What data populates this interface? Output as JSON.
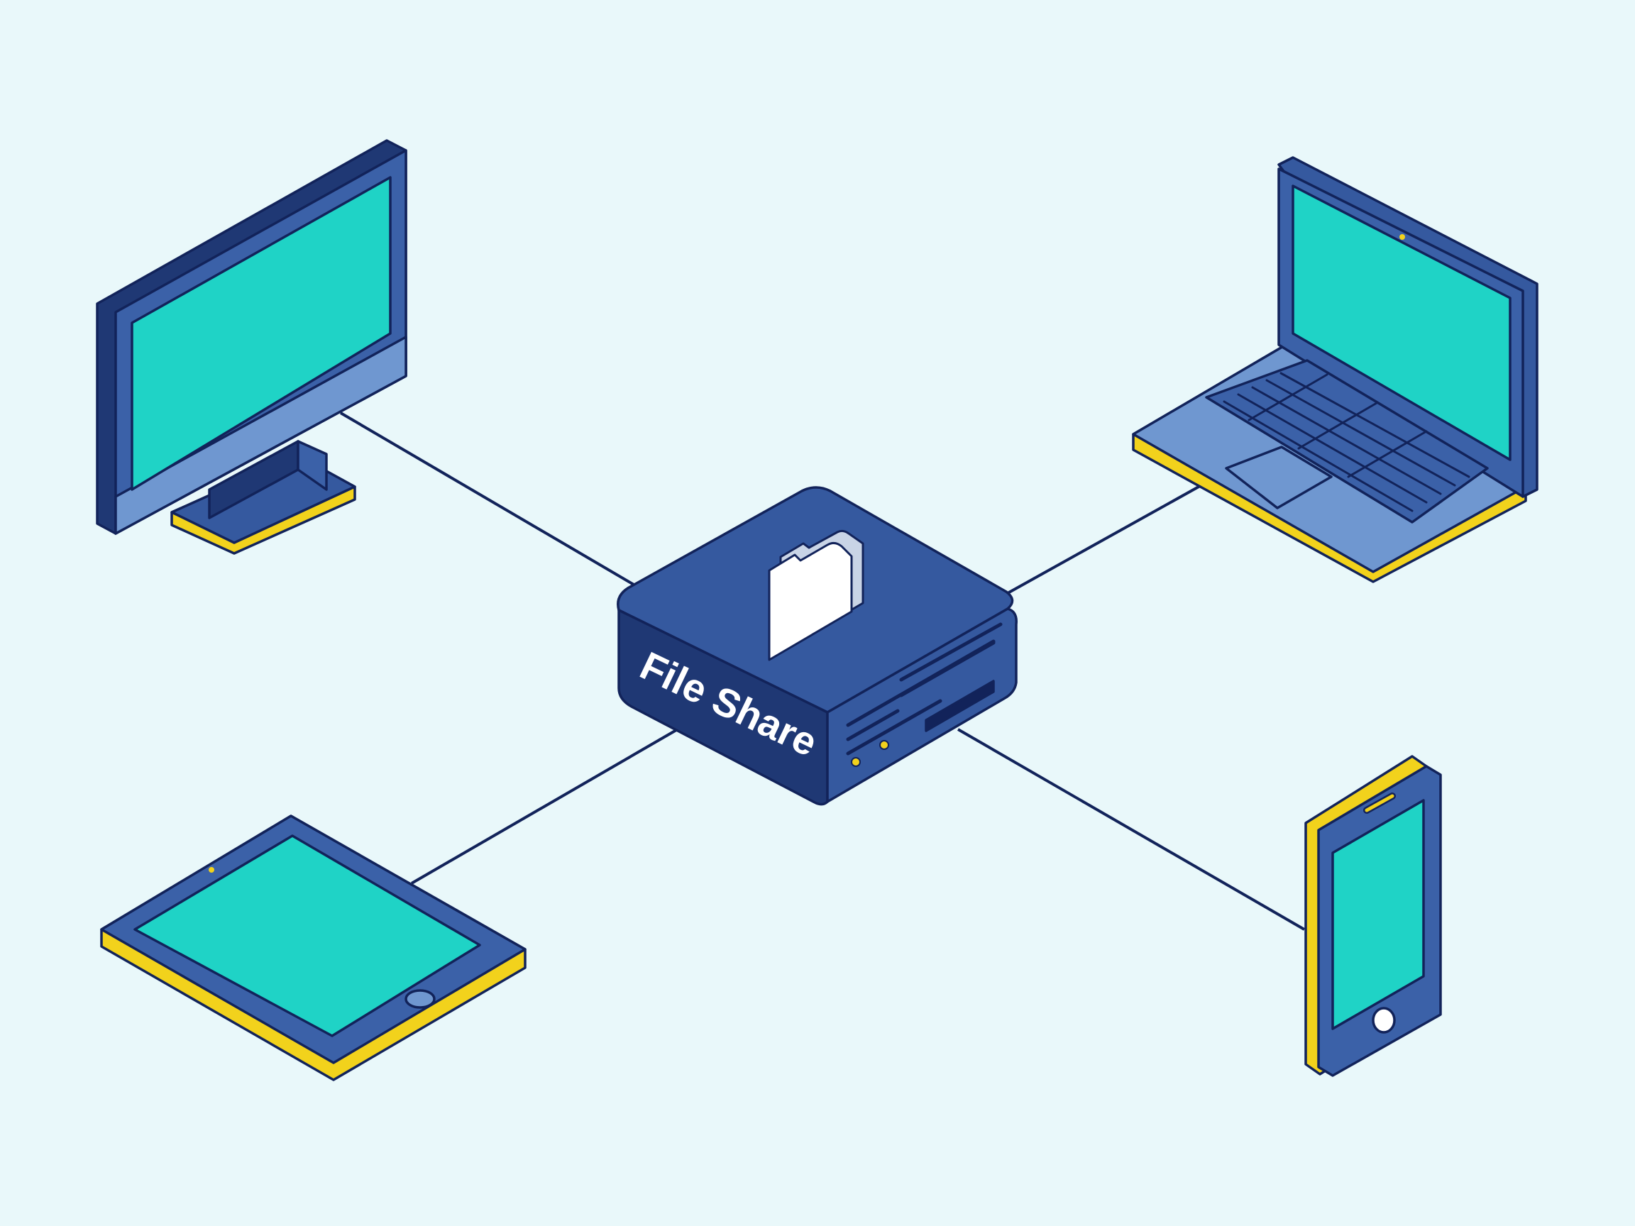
{
  "hub": {
    "label": "File Share",
    "icon": "folder-icon"
  },
  "devices": [
    {
      "id": "desktop",
      "type": "desktop-monitor"
    },
    {
      "id": "laptop",
      "type": "laptop"
    },
    {
      "id": "tablet",
      "type": "tablet"
    },
    {
      "id": "phone",
      "type": "smartphone"
    }
  ],
  "connections": [
    {
      "from": "hub",
      "to": "desktop"
    },
    {
      "from": "hub",
      "to": "laptop"
    },
    {
      "from": "hub",
      "to": "tablet"
    },
    {
      "from": "hub",
      "to": "phone"
    }
  ],
  "colors": {
    "background": "#e9f8fa",
    "outline": "#12235a",
    "device_blue": "#3b61a8",
    "device_light_blue": "#6f97d0",
    "screen_teal": "#1fd3c6",
    "accent_yellow": "#f2d21c",
    "hub_top": "#35599f",
    "hub_front": "#1f3874"
  }
}
